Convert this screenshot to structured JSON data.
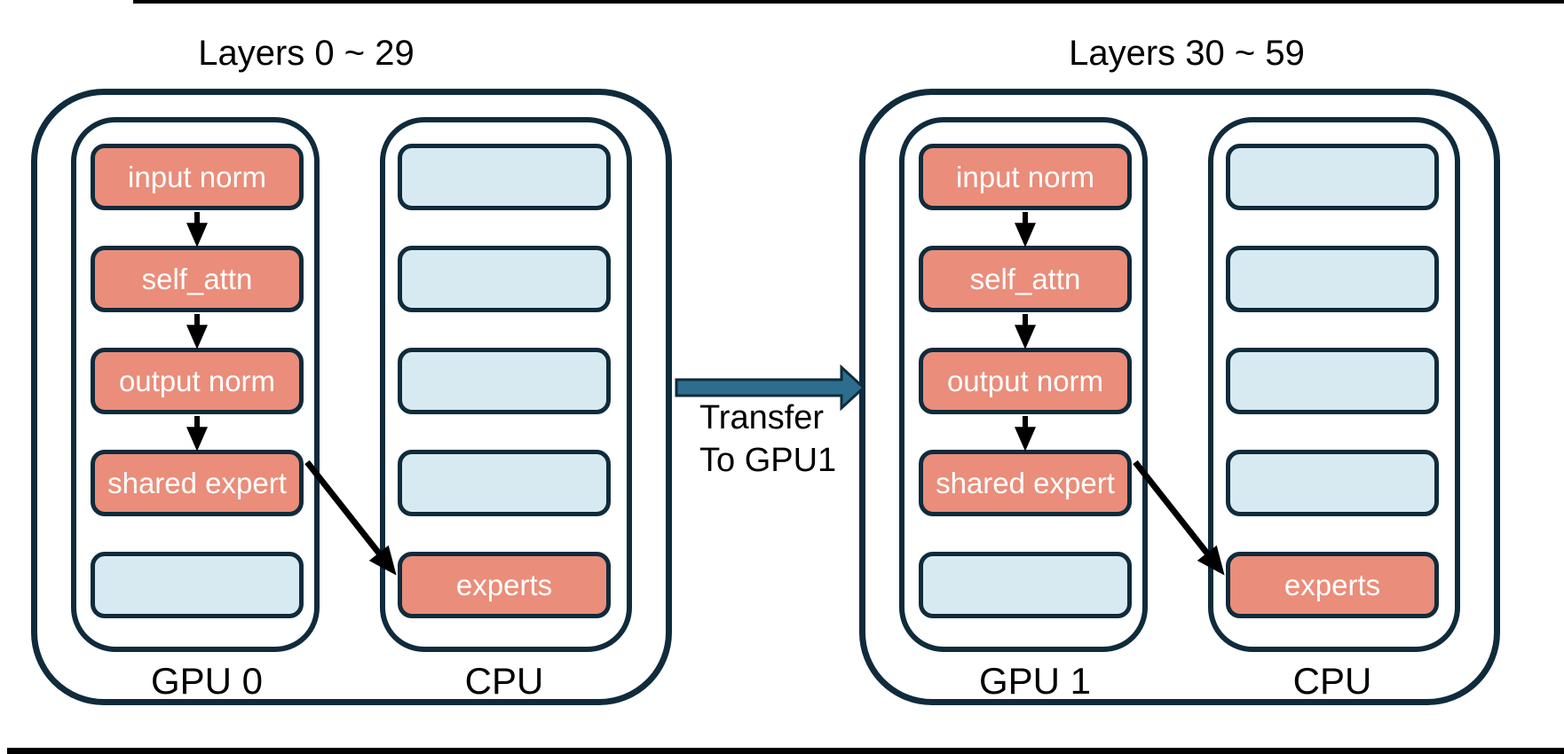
{
  "diagram": {
    "groups": [
      {
        "title": "Layers 0 ~ 29",
        "gpu": {
          "label": "GPU 0",
          "boxes": [
            {
              "label": "input norm"
            },
            {
              "label": "self_attn"
            },
            {
              "label": "output norm"
            },
            {
              "label": "shared expert"
            },
            {
              "label": ""
            }
          ]
        },
        "cpu": {
          "label": "CPU",
          "boxes": [
            {
              "label": ""
            },
            {
              "label": ""
            },
            {
              "label": ""
            },
            {
              "label": ""
            },
            {
              "label": "experts"
            }
          ]
        }
      },
      {
        "title": "Layers 30 ~ 59",
        "gpu": {
          "label": "GPU 1",
          "boxes": [
            {
              "label": "input norm"
            },
            {
              "label": "self_attn"
            },
            {
              "label": "output norm"
            },
            {
              "label": "shared expert"
            },
            {
              "label": ""
            }
          ]
        },
        "cpu": {
          "label": "CPU",
          "boxes": [
            {
              "label": ""
            },
            {
              "label": ""
            },
            {
              "label": ""
            },
            {
              "label": ""
            },
            {
              "label": "experts"
            }
          ]
        }
      }
    ],
    "transfer": {
      "line1": "Transfer",
      "line2": "To GPU1"
    },
    "colors": {
      "border_ink": "#0F2B3C",
      "active_box_fill": "#EA8D7A",
      "inactive_box_fill": "#D7EAF1",
      "transfer_arrow_fill": "#2D6E8F",
      "box_text": "#FFFFFF",
      "label_text": "#000000"
    }
  }
}
